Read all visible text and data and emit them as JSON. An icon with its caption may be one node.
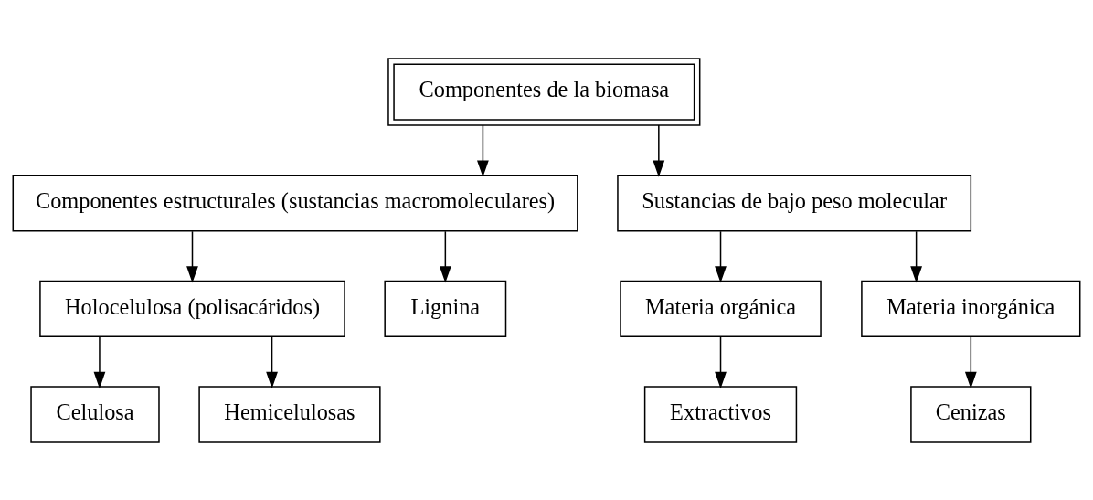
{
  "diagram": {
    "nodes": [
      {
        "text": [
          "Componentes de la biomasa"
        ]
      },
      {
        "text": [
          "Componentes estructurales (sustancias macromoleculares)"
        ]
      },
      {
        "text": [
          "Sustancias de bajo peso molecular"
        ]
      },
      {
        "text": [
          "Holocelulosa (polisacáridos)"
        ]
      },
      {
        "text": [
          "Lignina"
        ]
      },
      {
        "text": [
          "Materia orgánica"
        ]
      },
      {
        "text": [
          "Materia inorgánica"
        ]
      },
      {
        "text": [
          "Celulosa"
        ]
      },
      {
        "text": [
          "Hemicelulosas"
        ]
      },
      {
        "text": [
          "Extractivos"
        ]
      },
      {
        "text": [
          "Cenizas"
        ]
      }
    ],
    "edges": [
      {
        "from": 0,
        "to": 1,
        "arrow": "to"
      },
      {
        "from": 0,
        "to": 2,
        "arrow": "to"
      },
      {
        "from": 1,
        "to": 3,
        "arrow": "to"
      },
      {
        "from": 1,
        "to": 4,
        "arrow": "to"
      },
      {
        "from": 2,
        "to": 5,
        "arrow": "to"
      },
      {
        "from": 2,
        "to": 6,
        "arrow": "to"
      },
      {
        "from": 3,
        "to": 7,
        "arrow": "to"
      },
      {
        "from": 3,
        "to": 8,
        "arrow": "to"
      },
      {
        "from": 5,
        "to": 9,
        "arrow": "to"
      },
      {
        "from": 6,
        "to": 10,
        "arrow": "to"
      }
    ]
  }
}
